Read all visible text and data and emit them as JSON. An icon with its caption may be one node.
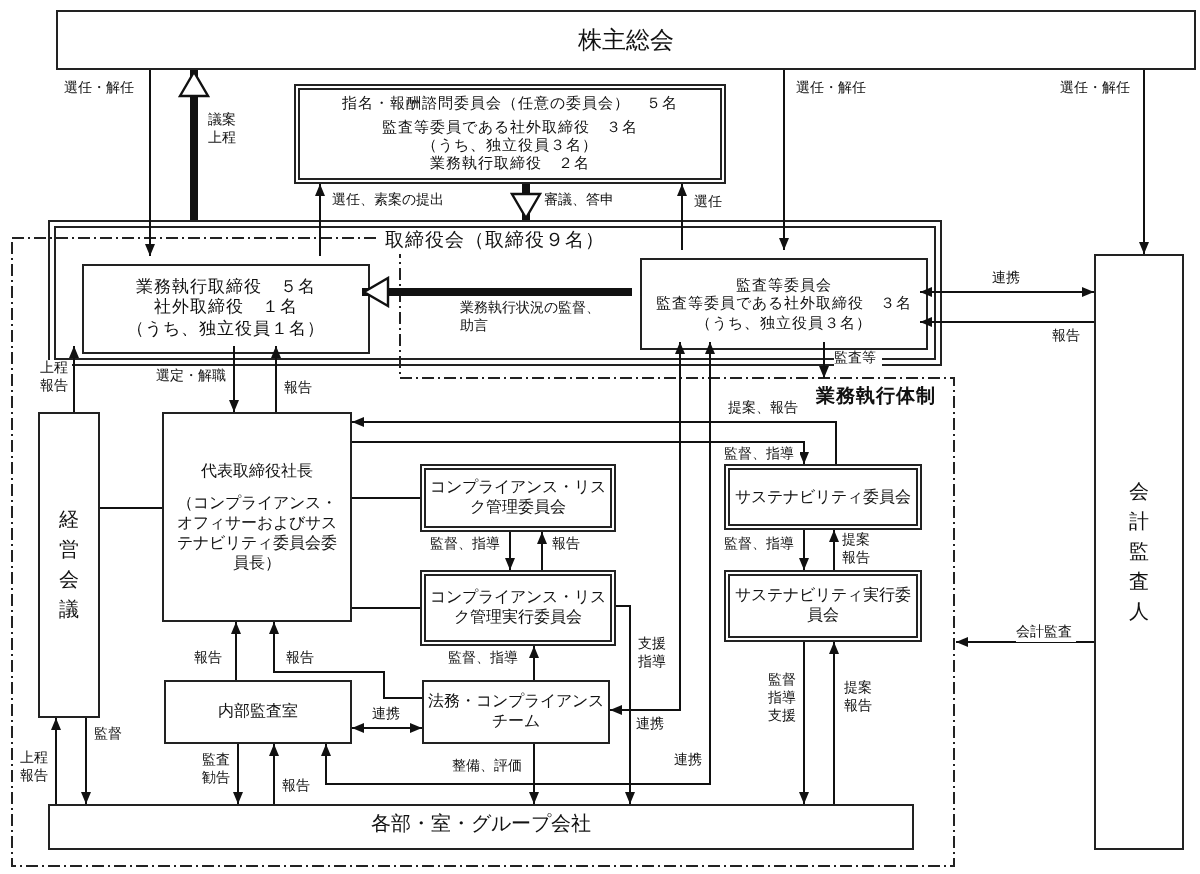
{
  "diagram": {
    "nodes": [
      {
        "text": [
          "株主総会"
        ]
      },
      {
        "text": [
          "指名・報酬諮問委員会（任意の委員会）　５名",
          "監査等委員である社外取締役　３名",
          "（うち、独立役員３名）",
          "業務執行取締役　２名"
        ]
      },
      {
        "text": [
          "取締役会（取締役９名）"
        ]
      },
      {
        "text": [
          "業務執行取締役　５名",
          "社外取締役　１名",
          "（うち、独立役員１名）"
        ],
        "in": 2
      },
      {
        "text": [
          "監査等委員会",
          "監査等委員である社外取締役　３名",
          "（うち、独立役員３名）"
        ],
        "in": 2
      },
      {
        "text": [
          "業務執行体制"
        ]
      },
      {
        "text": [
          "経営会議"
        ],
        "in": 5
      },
      {
        "text": [
          "代表取締役社長",
          "（コンプライアンス・オフィサーおよびサステナビリティ委員会委員長）"
        ],
        "in": 5
      },
      {
        "text": [
          "コンプライアンス・リスク管理委員会"
        ],
        "in": 5
      },
      {
        "text": [
          "コンプライアンス・リスク管理実行委員会"
        ],
        "in": 5
      },
      {
        "text": [
          "内部監査室"
        ],
        "in": 5
      },
      {
        "text": [
          "法務・コンプライアンスチーム"
        ],
        "in": 5
      },
      {
        "text": [
          "サステナビリティ委員会"
        ],
        "in": 5
      },
      {
        "text": [
          "サステナビリティ実行委員会"
        ],
        "in": 5
      },
      {
        "text": [
          "各部・室・グループ会社"
        ],
        "in": 5
      },
      {
        "text": [
          "会計監査人"
        ]
      }
    ],
    "edges": [
      {
        "from": 0,
        "to": 3,
        "arrow": "to",
        "label": "選任・解任"
      },
      {
        "from": 2,
        "to": 0,
        "arrow": "to",
        "label": "議案上程",
        "style": "thick"
      },
      {
        "from": 3,
        "to": 1,
        "arrow": "to",
        "label": "選任、素案の提出"
      },
      {
        "from": 1,
        "to": 2,
        "arrow": "to",
        "label": "審議、答申",
        "style": "thick"
      },
      {
        "from": 4,
        "to": 1,
        "arrow": "to",
        "label": "選任"
      },
      {
        "from": 0,
        "to": 4,
        "arrow": "to",
        "label": "選任・解任"
      },
      {
        "from": 0,
        "to": 15,
        "arrow": "to",
        "label": "選任・解任"
      },
      {
        "from": 4,
        "to": 15,
        "arrow": "both",
        "label": "連携"
      },
      {
        "from": 15,
        "to": 4,
        "arrow": "to",
        "label": "報告"
      },
      {
        "from": 4,
        "to": 3,
        "arrow": "to",
        "label": "業務執行状況の監督、助言",
        "style": "thick"
      },
      {
        "from": 4,
        "to": 5,
        "arrow": "to",
        "label": "監査等"
      },
      {
        "from": 6,
        "to": 3,
        "arrow": "to",
        "label": "上程報告"
      },
      {
        "from": 3,
        "to": 7,
        "arrow": "to",
        "label": "選定・解職"
      },
      {
        "from": 7,
        "to": 3,
        "arrow": "to",
        "label": "報告"
      },
      {
        "from": 12,
        "to": 7,
        "arrow": "to",
        "label": "提案、報告"
      },
      {
        "from": 7,
        "to": 12,
        "arrow": "to",
        "label": "監督、指導"
      },
      {
        "from": 6,
        "to": 7,
        "arrow": "none"
      },
      {
        "from": 7,
        "to": 8,
        "arrow": "none"
      },
      {
        "from": 7,
        "to": 9,
        "arrow": "none"
      },
      {
        "from": 8,
        "to": 9,
        "arrow": "to",
        "label": "監督、指導"
      },
      {
        "from": 9,
        "to": 8,
        "arrow": "to",
        "label": "報告"
      },
      {
        "from": 11,
        "to": 9,
        "arrow": "to",
        "label": "監督、指導"
      },
      {
        "from": 11,
        "to": 7,
        "arrow": "to",
        "label": "報告"
      },
      {
        "from": 10,
        "to": 7,
        "arrow": "to",
        "label": "報告"
      },
      {
        "from": 10,
        "to": 11,
        "arrow": "both",
        "label": "連携"
      },
      {
        "from": 10,
        "to": 14,
        "arrow": "to",
        "label": "監査勧告"
      },
      {
        "from": 14,
        "to": 10,
        "arrow": "to",
        "label": "報告"
      },
      {
        "from": 11,
        "to": 14,
        "arrow": "to",
        "label": "整備、評価"
      },
      {
        "from": 9,
        "to": 14,
        "arrow": "to",
        "label": "支援指導"
      },
      {
        "from": 4,
        "to": 11,
        "arrow": "both",
        "label": "連携"
      },
      {
        "from": 4,
        "to": 10,
        "arrow": "both",
        "label": "連携"
      },
      {
        "from": 12,
        "to": 13,
        "arrow": "to",
        "label": "監督、指導"
      },
      {
        "from": 13,
        "to": 12,
        "arrow": "to",
        "label": "提案報告"
      },
      {
        "from": 13,
        "to": 14,
        "arrow": "to",
        "label": "監督指導支援"
      },
      {
        "from": 14,
        "to": 13,
        "arrow": "to",
        "label": "提案報告"
      },
      {
        "from": 6,
        "to": 14,
        "arrow": "to",
        "label": "監督"
      },
      {
        "from": 14,
        "to": 6,
        "arrow": "to",
        "label": "上程報告"
      },
      {
        "from": 15,
        "to": 5,
        "arrow": "to",
        "label": "会計監査"
      }
    ]
  }
}
